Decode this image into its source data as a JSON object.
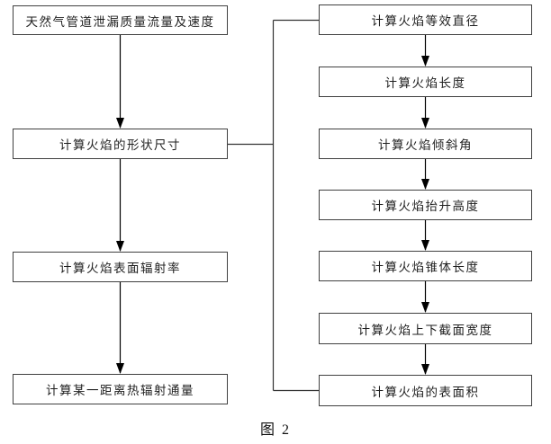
{
  "figure": {
    "caption": "图 2"
  },
  "flowchart": {
    "left_column": [
      {
        "id": "leak-mass-flow-velocity",
        "label": "天然气管道泄漏质量流量及速度"
      },
      {
        "id": "flame-shape-size",
        "label": "计算火焰的形状尺寸"
      },
      {
        "id": "flame-surface-emissivity",
        "label": "计算火焰表面辐射率"
      },
      {
        "id": "heat-flux-at-distance",
        "label": "计算某一距离热辐射通量"
      }
    ],
    "right_column": [
      {
        "id": "flame-equivalent-diameter",
        "label": "计算火焰等效直径"
      },
      {
        "id": "flame-length",
        "label": "计算火焰长度"
      },
      {
        "id": "flame-tilt-angle",
        "label": "计算火焰倾斜角"
      },
      {
        "id": "flame-lift-height",
        "label": "计算火焰抬升高度"
      },
      {
        "id": "flame-cone-length",
        "label": "计算火焰锥体长度"
      },
      {
        "id": "flame-section-widths",
        "label": "计算火焰上下截面宽度"
      },
      {
        "id": "flame-surface-area",
        "label": "计算火焰的表面积"
      }
    ],
    "colors": {
      "box_border": "#404040",
      "box_fill": "#ffffff",
      "line": "#000000",
      "text": "#1f1f1f",
      "background": "#ffffff"
    }
  }
}
